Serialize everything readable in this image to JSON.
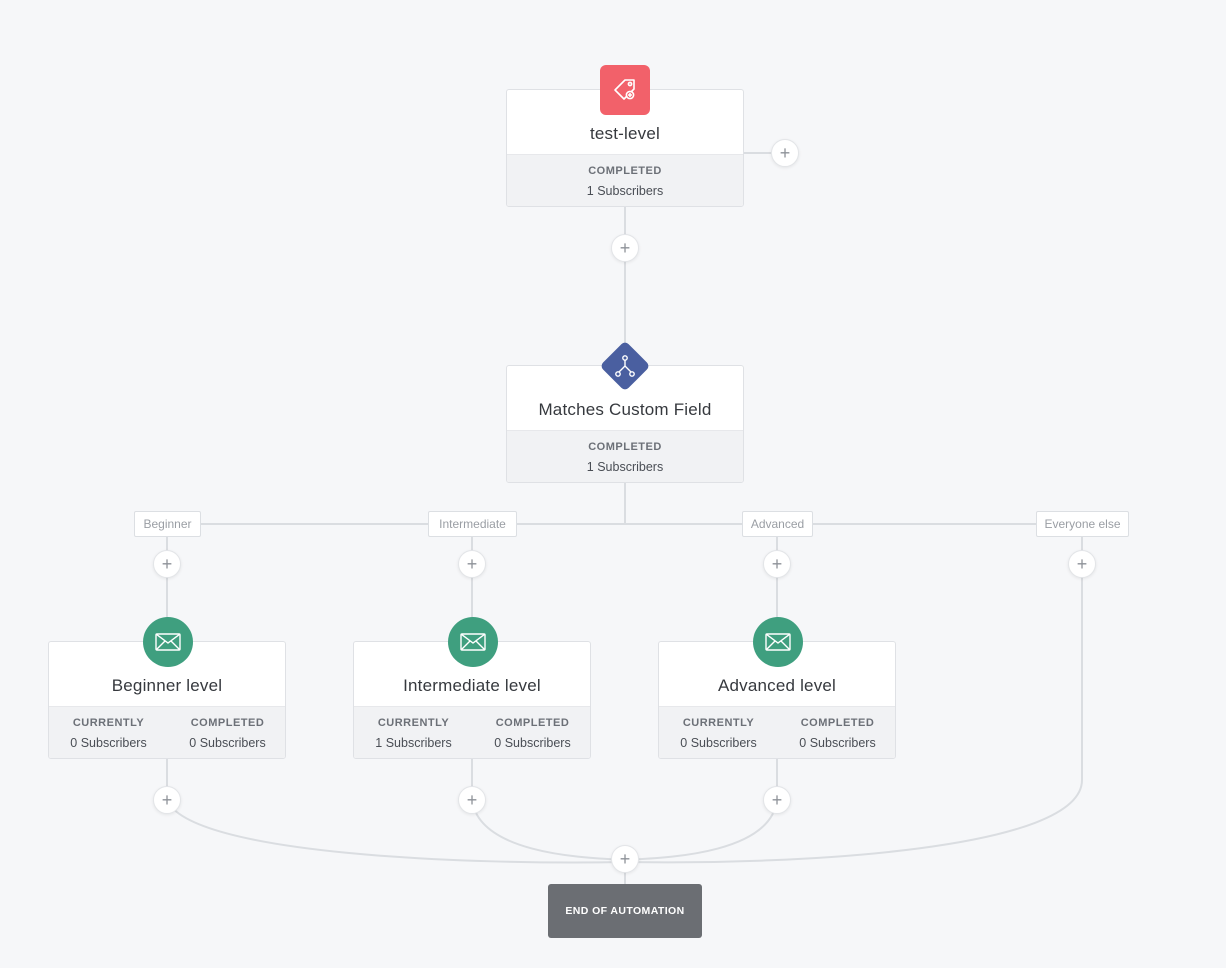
{
  "nodes": {
    "tag": {
      "icon": "tag-icon",
      "title": "test-level",
      "stat_label": "COMPLETED",
      "stat_value": "1 Subscribers",
      "color": "#f2616a"
    },
    "condition": {
      "icon": "branch-icon",
      "title": "Matches Custom Field",
      "stat_label": "COMPLETED",
      "stat_value": "1 Subscribers",
      "color": "#4a5fa0"
    },
    "beginner": {
      "icon": "mail-icon",
      "title": "Beginner level",
      "currently_label": "CURRENTLY",
      "currently_value": "0 Subscribers",
      "completed_label": "COMPLETED",
      "completed_value": "0 Subscribers",
      "color": "#3f9f7f"
    },
    "intermediate": {
      "icon": "mail-icon",
      "title": "Intermediate level",
      "currently_label": "CURRENTLY",
      "currently_value": "1 Subscribers",
      "completed_label": "COMPLETED",
      "completed_value": "0 Subscribers",
      "color": "#3f9f7f"
    },
    "advanced": {
      "icon": "mail-icon",
      "title": "Advanced level",
      "currently_label": "CURRENTLY",
      "currently_value": "0 Subscribers",
      "completed_label": "COMPLETED",
      "completed_value": "0 Subscribers",
      "color": "#3f9f7f"
    }
  },
  "branches": {
    "beginner": "Beginner",
    "intermediate": "Intermediate",
    "advanced": "Advanced",
    "everyone_else": "Everyone else"
  },
  "add_button_label": "+",
  "end": {
    "label": "END OF AUTOMATION"
  }
}
